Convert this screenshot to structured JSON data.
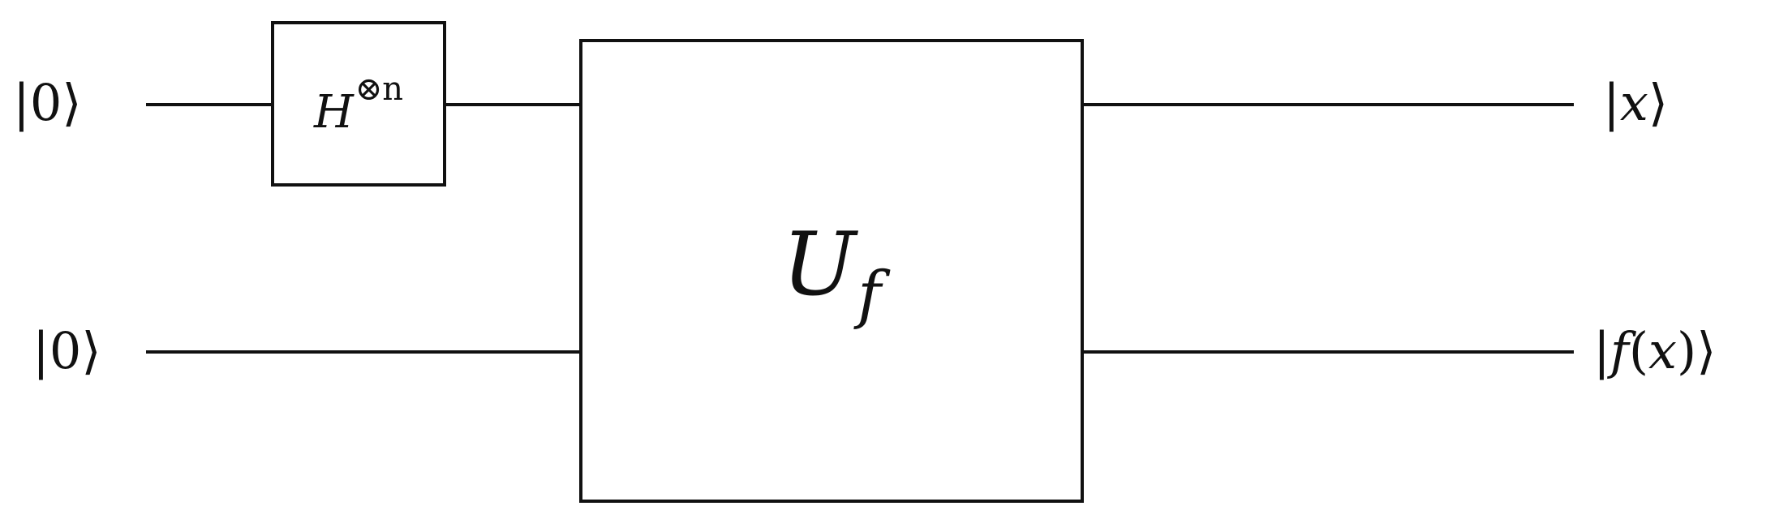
{
  "diagram": {
    "inputs": {
      "top": {
        "bar": "|",
        "value": "0",
        "close": "⟩"
      },
      "bottom": {
        "bar": "|",
        "value": "0",
        "close": "⟩"
      }
    },
    "gates": {
      "hadamard": {
        "base": "H",
        "superscript": "⊗n"
      },
      "oracle": {
        "base": "U",
        "subscript": "f"
      }
    },
    "outputs": {
      "top": {
        "bar": "|",
        "value": "x",
        "close": "⟩"
      },
      "bottom": {
        "bar": "|",
        "value_main": "f",
        "value_paren_open": "(",
        "value_arg": "x",
        "value_paren_close": ")",
        "close": "⟩"
      }
    }
  }
}
